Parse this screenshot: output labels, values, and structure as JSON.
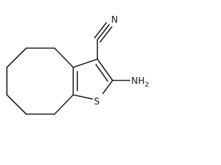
{
  "molecule": {
    "atoms": {
      "nitrile_n": "N",
      "amino": "NH",
      "amino_subscript": "2",
      "sulfur": "S"
    }
  }
}
